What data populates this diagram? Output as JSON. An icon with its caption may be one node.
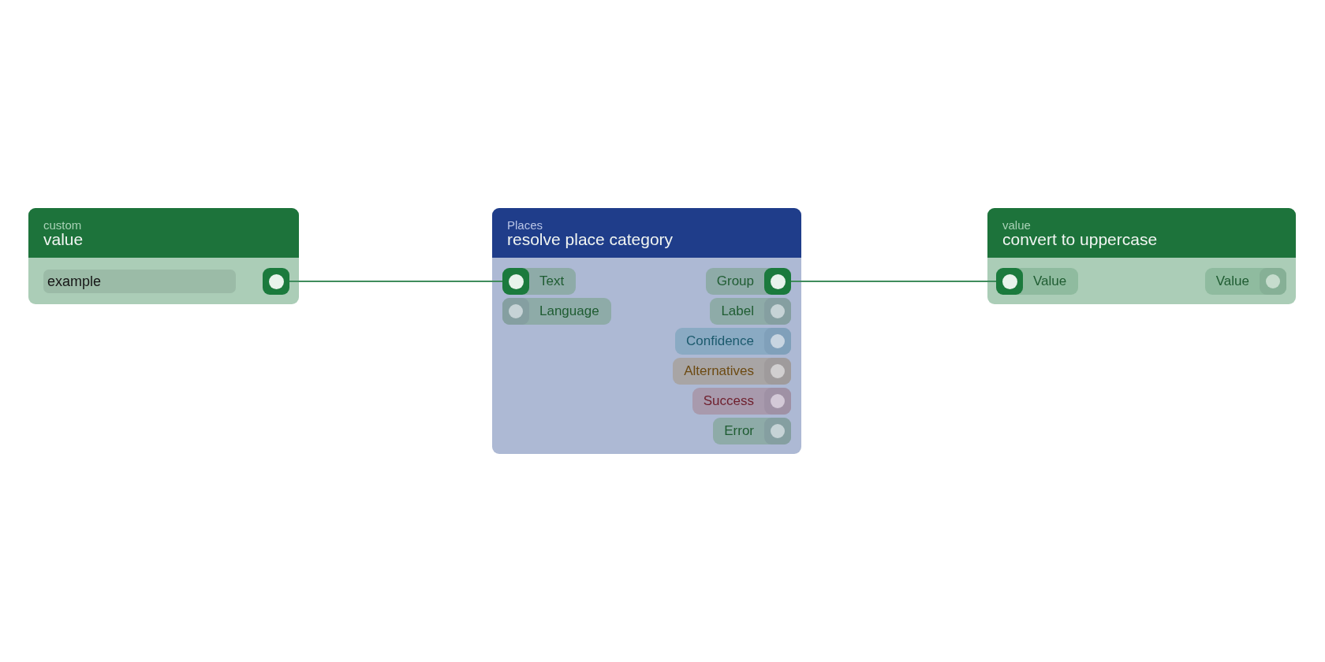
{
  "diagram": {
    "nodes": [
      {
        "text": [
          "custom",
          "value"
        ]
      },
      {
        "text": [
          "example"
        ],
        "in": 0
      },
      {
        "text": [],
        "shape": "circle",
        "in": 0
      },
      {
        "text": [
          "Places",
          "resolve place category"
        ]
      },
      {
        "text": [
          "Text"
        ],
        "in": 3
      },
      {
        "text": [
          "Language"
        ],
        "in": 3
      },
      {
        "text": [
          "Group"
        ],
        "in": 3
      },
      {
        "text": [
          "Label"
        ],
        "in": 3
      },
      {
        "text": [
          "Confidence"
        ],
        "in": 3
      },
      {
        "text": [
          "Alternatives"
        ],
        "in": 3
      },
      {
        "text": [
          "Success"
        ],
        "in": 3
      },
      {
        "text": [
          "Error"
        ],
        "in": 3
      },
      {
        "text": [
          "value",
          "convert to uppercase"
        ]
      },
      {
        "text": [
          "Value"
        ],
        "in": 12
      },
      {
        "text": [
          "Value"
        ],
        "in": 12
      }
    ],
    "edges": [
      {
        "from": 2,
        "to": 4,
        "arrow": "none"
      },
      {
        "from": 6,
        "to": 13,
        "arrow": "none"
      }
    ]
  }
}
